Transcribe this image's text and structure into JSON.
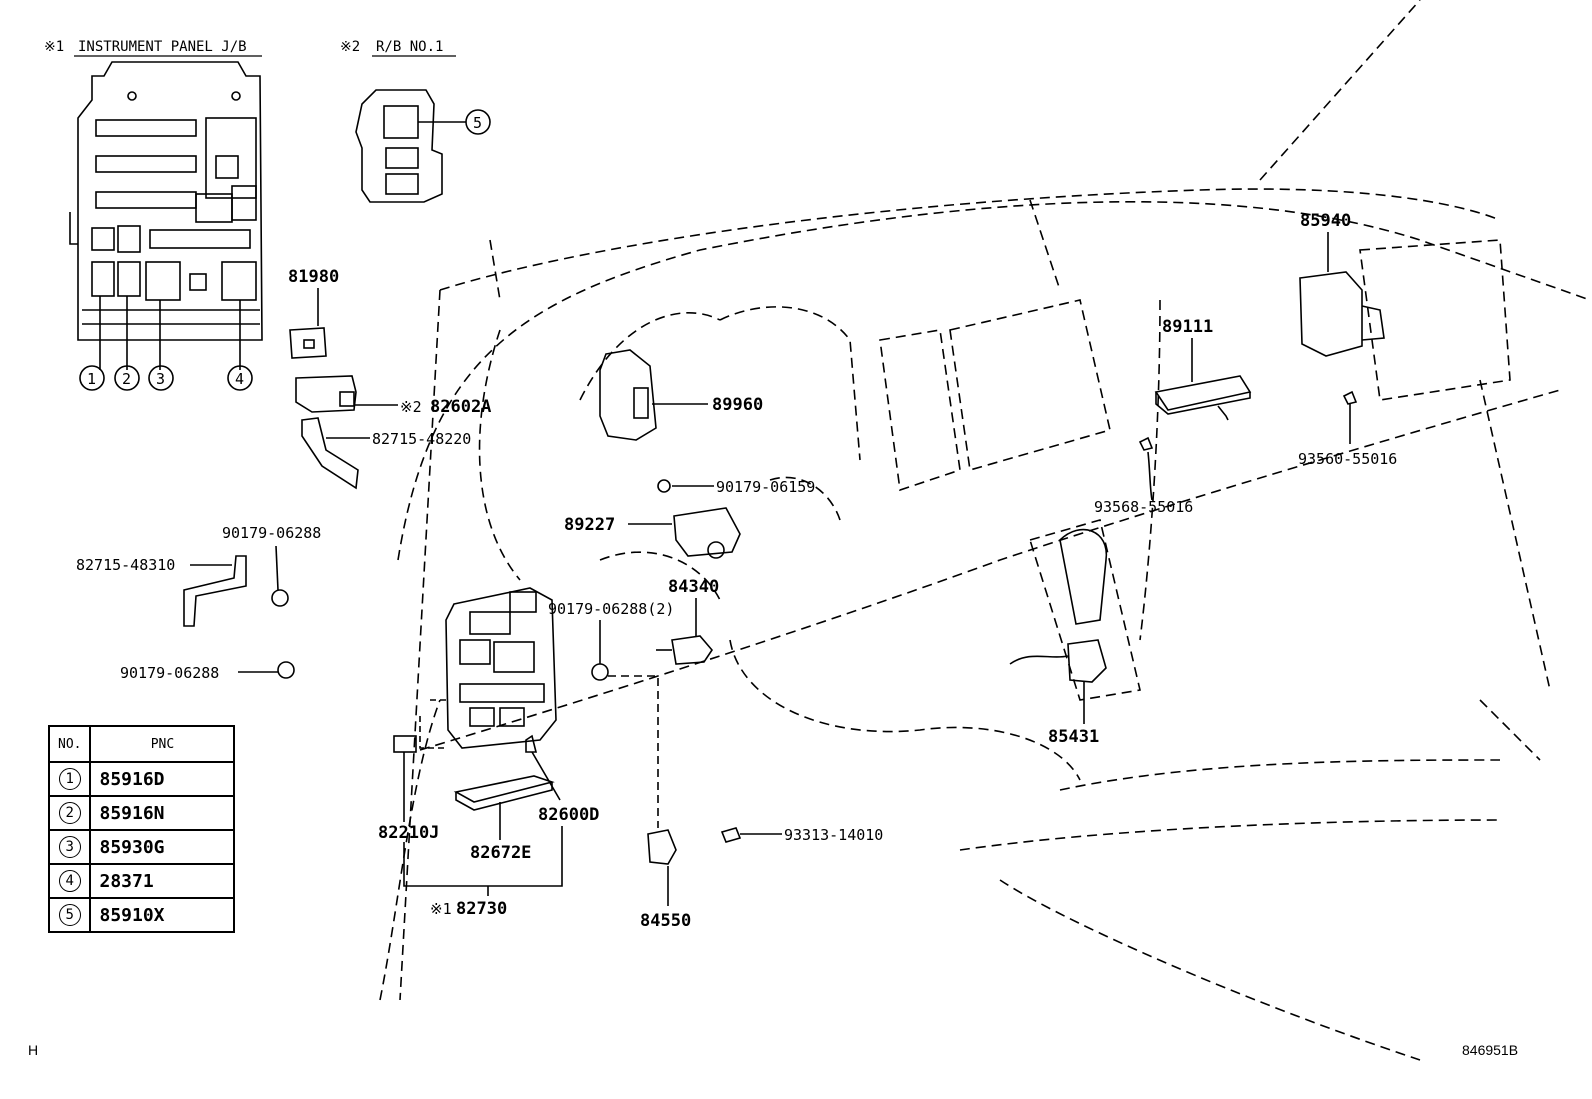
{
  "headers": {
    "jb1": {
      "mark": "※1",
      "title": "INSTRUMENT PANEL J/B"
    },
    "rb2": {
      "mark": "※2",
      "title": "R/B NO.1"
    }
  },
  "circle_callouts": [
    "1",
    "2",
    "3",
    "4",
    "5"
  ],
  "parts": {
    "p81980": "81980",
    "p82602A": "82602A",
    "p82602A_mark": "※2",
    "p82715_48220": "82715-48220",
    "p90179_06288_a": "90179-06288",
    "p82715_48310": "82715-48310",
    "p90179_06288_b": "90179-06288",
    "p89960": "89960",
    "p90179_06159": "90179-06159",
    "p89227": "89227",
    "p84340": "84340",
    "p90179_06288_2": "90179-06288(2)",
    "p82600D": "82600D",
    "p82210J": "82210J",
    "p82672E": "82672E",
    "p82730_mark": "※1",
    "p82730": "82730",
    "p93313_14010": "93313-14010",
    "p84550": "84550",
    "p85431": "85431",
    "p85940": "85940",
    "p89111": "89111",
    "p93560_55016": "93560-55016",
    "p93568_55016": "93568-55016"
  },
  "table": {
    "col_no": "NO.",
    "col_pnc": "PNC",
    "rows": [
      {
        "no": "1",
        "pnc": "85916D"
      },
      {
        "no": "2",
        "pnc": "85916N"
      },
      {
        "no": "3",
        "pnc": "85930G"
      },
      {
        "no": "4",
        "pnc": "28371"
      },
      {
        "no": "5",
        "pnc": "85910X"
      }
    ]
  },
  "footer": {
    "left": "H",
    "right": "846951B"
  }
}
